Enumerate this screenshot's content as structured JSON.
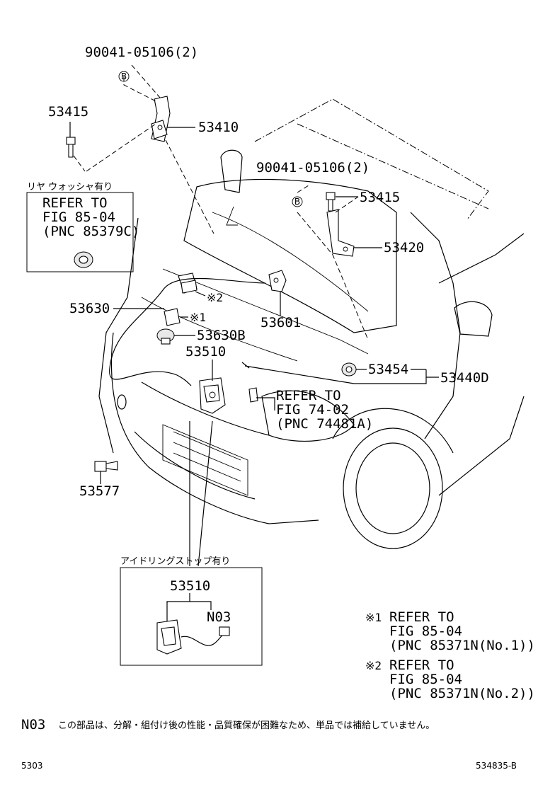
{
  "diagram": {
    "parts": {
      "p90041_top": "90041-05106(2)",
      "p53415_left": "53415",
      "p53410": "53410",
      "p90041_mid": "90041-05106(2)",
      "p53415_right": "53415",
      "p53420": "53420",
      "p53630": "53630",
      "p53601": "53601",
      "p53630B": "53630B",
      "p53510": "53510",
      "p53454": "53454",
      "p53440D": "53440D",
      "p53577": "53577"
    },
    "marks": {
      "b": "B",
      "ref1": "※2",
      "ref2": "※1"
    },
    "washer_box": {
      "heading": "リヤ ウォッシャ有り",
      "line1": "REFER TO",
      "line2": "FIG 85-04",
      "line3": "(PNC 85379C)"
    },
    "refer_7402": {
      "line1": "REFER TO",
      "line2": "FIG 74-02",
      "line3": "(PNC 74481A)"
    },
    "idle_box": {
      "heading": "アイドリングストップ有り",
      "part": "53510",
      "n03": "N03"
    },
    "notes": {
      "n1_mark": "※1",
      "n1_l1": "REFER TO",
      "n1_l2": "FIG 85-04",
      "n1_l3": "(PNC 85371N(No.1))",
      "n2_mark": "※2",
      "n2_l1": "REFER TO",
      "n2_l2": "FIG 85-04",
      "n2_l3": "(PNC 85371N(No.2))"
    },
    "footnote": {
      "code": "N03",
      "text": "この部品は、分解・組付け後の性能・品質確保が困難なため、単品では補給していません。"
    },
    "footer": {
      "left": "5303",
      "right": "534835-B"
    }
  }
}
